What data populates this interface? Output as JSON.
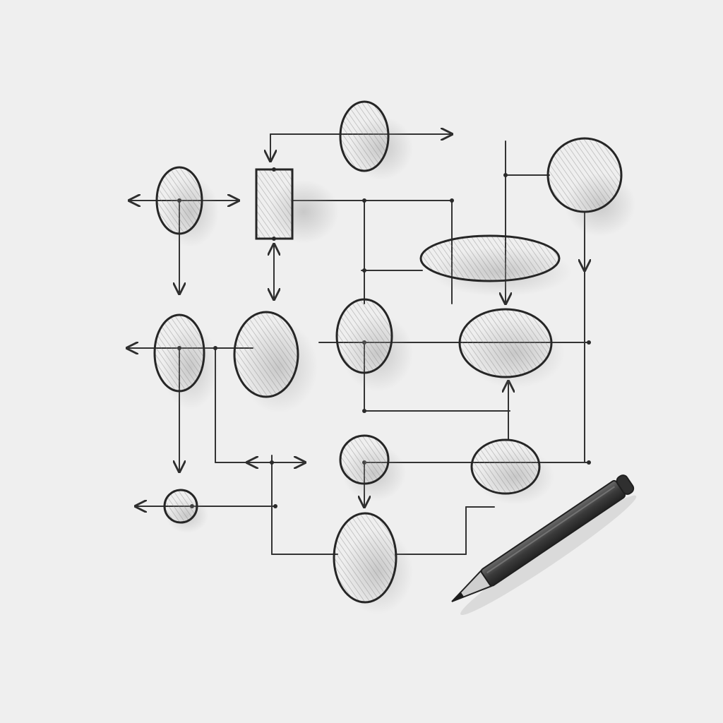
{
  "title": "",
  "palette": {
    "paper": "#efefef",
    "ink": "#262626",
    "line": "#333333",
    "shade": "#8a8a8a",
    "pencil_body": "#3b3b3b",
    "pencil_tip": "#1c1c1c"
  },
  "diagram": {
    "style": "pencil sketch flowchart",
    "node_shapes": [
      "ellipse",
      "rectangle",
      "circle",
      "pill"
    ],
    "node_count": 13,
    "has_pencil": true
  }
}
